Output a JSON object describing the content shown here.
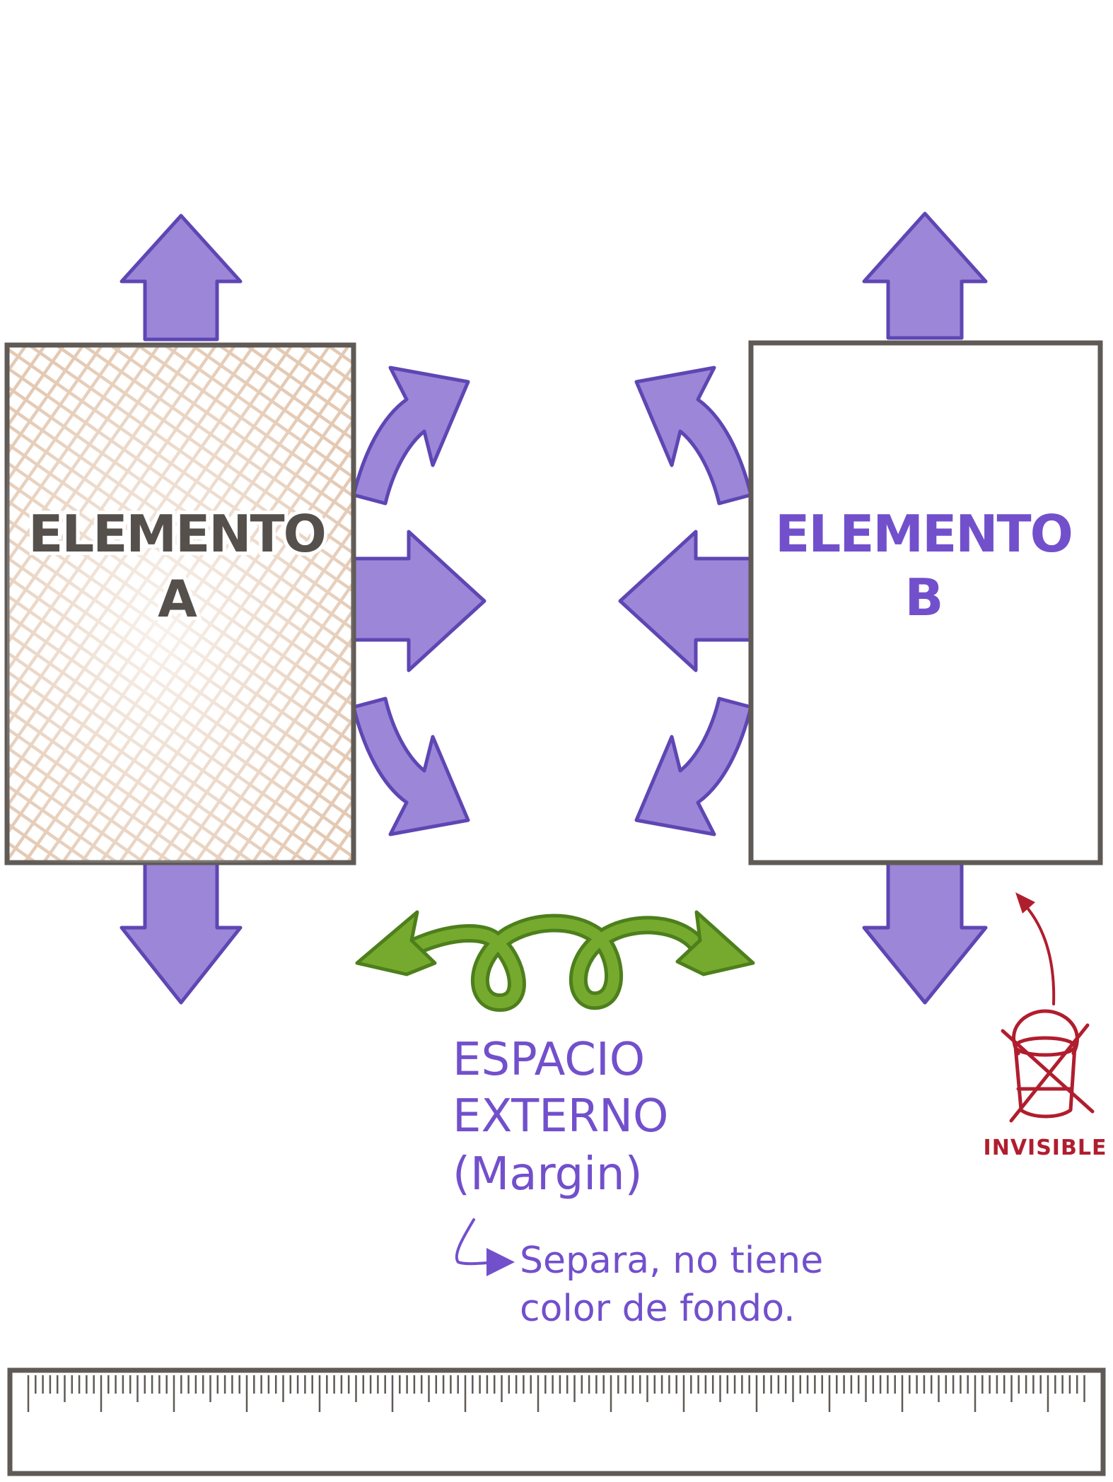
{
  "element_a": {
    "line1": "ELEMENTO",
    "line2": "A"
  },
  "element_b": {
    "line1": "ELEMENTO",
    "line2": "B"
  },
  "margin_label": {
    "line1": "ESPACIO",
    "line2": "EXTERNO",
    "line3": "(Margin)"
  },
  "note": {
    "line1": "Separa, no tiene",
    "line2": "color de fondo."
  },
  "invisible_label": "INVISIBLE",
  "colors": {
    "arrow_fill": "#9b86d8",
    "arrow_stroke": "#5e46b3",
    "label_purple": "#7250cc",
    "element_a_fill": "#e4c9b3",
    "box_border": "#5f5a55",
    "text_dark": "#55504b",
    "margin_arrow": "#76aa2e",
    "invisible_red": "#b01e2e"
  },
  "icons": {
    "margin_arrow": "curly-double-arrow-icon",
    "invisible": "crossed-paint-bucket-icon",
    "note_arrow": "hook-arrow-icon"
  }
}
